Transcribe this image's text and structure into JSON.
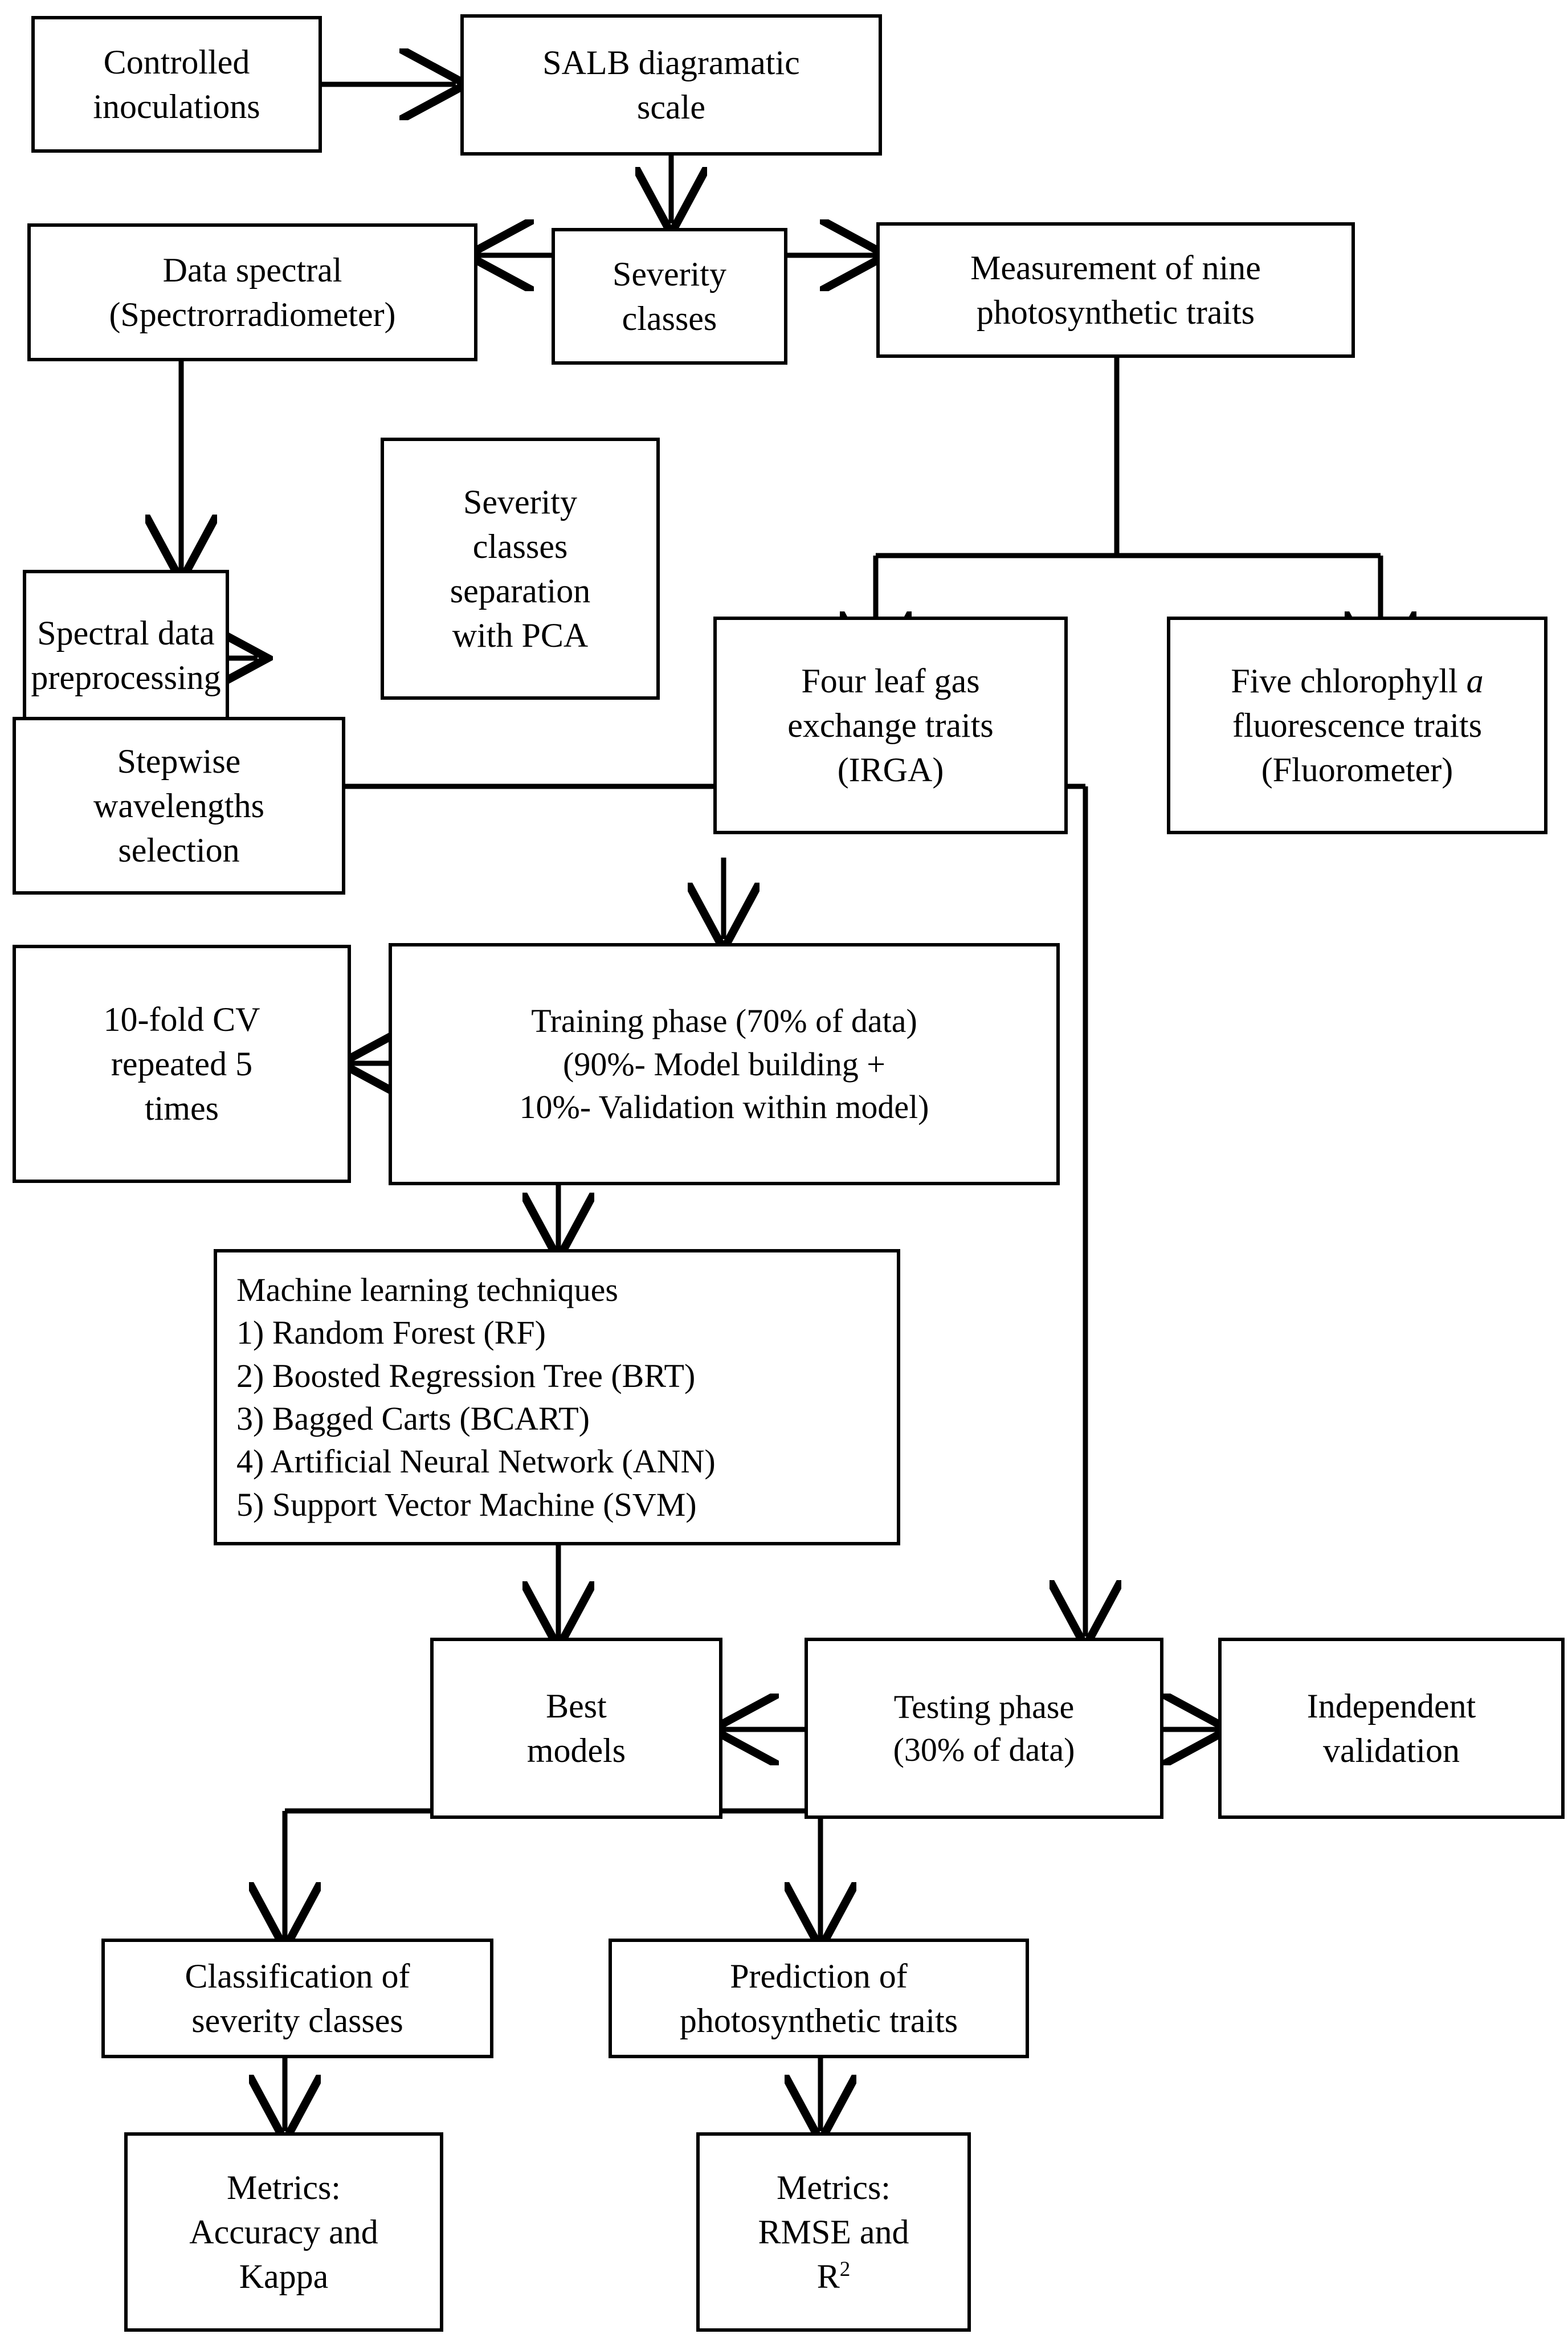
{
  "diagram": {
    "title": "Methodology flowchart for SALB severity classification and photosynthetic trait prediction",
    "accent_color": "#000000",
    "background_color": "#ffffff"
  },
  "nodes": {
    "controlled_inoculations": {
      "line1": "Controlled",
      "line2": "inoculations"
    },
    "salb_scale": {
      "line1": "SALB diagramatic",
      "line2": "scale"
    },
    "data_spectral": {
      "line1": "Data spectral",
      "line2": "(Spectrorradiometer)"
    },
    "severity_classes": {
      "line1": "Severity",
      "line2": "classes"
    },
    "measurement_nine": {
      "line1": "Measurement of nine",
      "line2": "photosynthetic traits"
    },
    "spectral_preprocessing": {
      "line1": "Spectral data",
      "line2": "preprocessing"
    },
    "pca_separation": {
      "line1": "Severity",
      "line2": "classes",
      "line3": "separation",
      "line4": "with PCA"
    },
    "four_leaf_gas": {
      "line1": "Four leaf gas",
      "line2": "exchange traits",
      "line3": "(IRGA)"
    },
    "five_chlorophyll": {
      "line1": "Five chlorophyll ",
      "line1_italic": "a",
      "line2": "fluorescence traits",
      "line3": "(Fluorometer)"
    },
    "stepwise_selection": {
      "line1": "Stepwise",
      "line2": "wavelengths",
      "line3": "selection"
    },
    "cv_10fold": {
      "line1": "10-fold CV",
      "line2": "repeated 5",
      "line3": "times"
    },
    "training_phase": {
      "line1": "Training phase (70% of data)",
      "line2": "(90%- Model building +",
      "line3": "10%- Validation within model)"
    },
    "ml_techniques": {
      "heading": "Machine learning techniques",
      "items": [
        "1) Random Forest (RF)",
        "2) Boosted Regression Tree (BRT)",
        "3) Bagged Carts (BCART)",
        "4) Artificial Neural Network (ANN)",
        "5) Support Vector Machine (SVM)"
      ]
    },
    "best_models": {
      "line1": "Best",
      "line2": "models"
    },
    "testing_phase": {
      "line1": "Testing phase",
      "line2": "(30% of data)"
    },
    "independent_validation": {
      "line1": "Independent",
      "line2": "validation"
    },
    "classification_severity": {
      "line1": "Classification of",
      "line2": "severity classes"
    },
    "prediction_traits": {
      "line1": "Prediction of",
      "line2": "photosynthetic traits"
    },
    "metrics_classification": {
      "line1": "Metrics:",
      "line2": "Accuracy and",
      "line3": "Kappa"
    },
    "metrics_regression": {
      "line1": "Metrics:",
      "line2": "RMSE and",
      "line3_base": "R",
      "line3_sup": "2"
    }
  }
}
